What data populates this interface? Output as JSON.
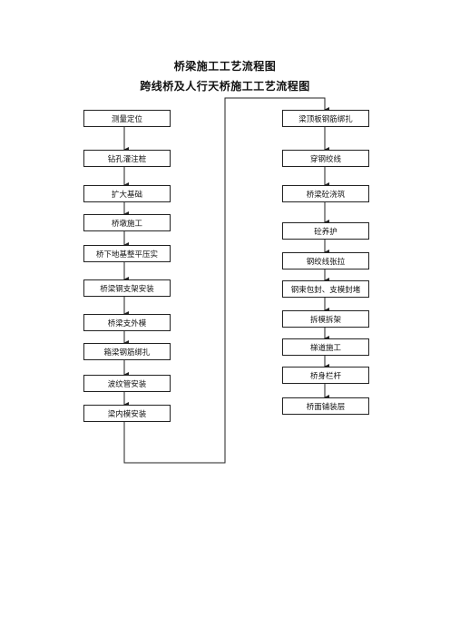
{
  "title": "桥梁施工工艺流程图",
  "subtitle": "跨线桥及人行天桥施工工艺流程图",
  "left_column": [
    "测量定位",
    "钻孔灌注桩",
    "扩大基础",
    "桥墩施工",
    "桥下地基整平压实",
    "桥梁钢支架安装",
    "桥梁支外模",
    "箱梁钢筋绑扎",
    "波纹管安装",
    "梁内模安装"
  ],
  "right_column": [
    "梁顶板钢筋绑扎",
    "穿钢绞线",
    "桥梁砼浇筑",
    "砼养护",
    "钢绞线张拉",
    "钢束包封、支模封堵",
    "拆模拆架",
    "梯道施工",
    "桥身栏杆",
    "桥面铺装层"
  ],
  "colors": {
    "line": "#222222",
    "box_border": "#222222"
  }
}
